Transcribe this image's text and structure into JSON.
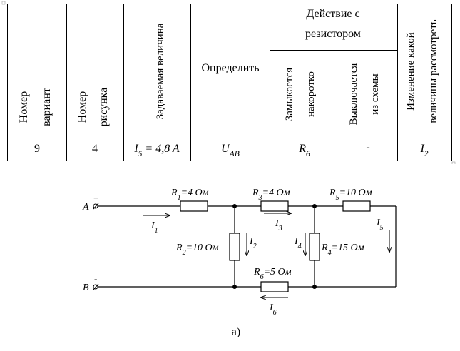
{
  "table": {
    "headers": {
      "variant": [
        "Номер",
        "вариант"
      ],
      "figure": [
        "Номер",
        "рисунка"
      ],
      "given": "Задаваемая величина",
      "determine": "Определить",
      "action": [
        "Действие с",
        "резистором"
      ],
      "short": [
        "Замыкается",
        "накоротко"
      ],
      "off": [
        "Выключается",
        "из схемы"
      ],
      "change": [
        "Изменение какой",
        "величины рассмотреть"
      ]
    },
    "row": {
      "variant": "9",
      "figure": "4",
      "given": "I5 = 4,8 A",
      "determine": "UAB",
      "short": "R6",
      "off": "-",
      "change": "I2"
    }
  },
  "circuit": {
    "terminal_a": "A",
    "terminal_b": "B",
    "plus": "+",
    "minus": "-",
    "r1": "R1=4 Ом",
    "r2": "R2=10 Ом",
    "r3": "R3=4 Ом",
    "r4": "R4=15 Ом",
    "r5": "R5=10 Ом",
    "r6": "R6=5 Ом",
    "i1": "I1",
    "i2": "I2",
    "i3": "I3",
    "i4": "I4",
    "i5": "I5",
    "i6": "I6",
    "caption": "а)"
  }
}
